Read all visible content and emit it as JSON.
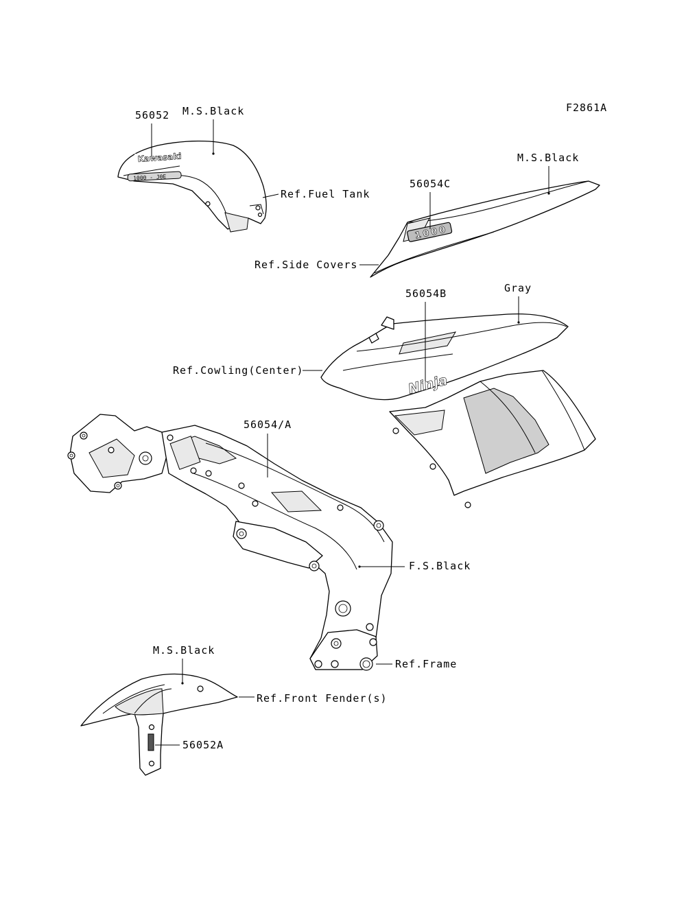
{
  "figure_id": "F2861A",
  "labels": {
    "fuel_tank": {
      "part_number": "56052",
      "color": "M.S.Black",
      "reference": "Ref.Fuel Tank",
      "decal_text": "Kawasaki",
      "badge_text": "1000 - J0E"
    },
    "side_covers": {
      "part_number": "56054C",
      "color": "M.S.Black",
      "reference": "Ref.Side Covers",
      "decal_text": "1000"
    },
    "cowling": {
      "part_number": "56054B",
      "color": "Gray",
      "reference": "Ref.Cowling(Center)",
      "decal_text": "Ninja"
    },
    "frame": {
      "part_number": "56054/A",
      "color": "F.S.Black",
      "reference": "Ref.Frame"
    },
    "front_fender": {
      "part_number": "56052A",
      "color": "M.S.Black",
      "reference": "Ref.Front Fender(s)"
    }
  }
}
